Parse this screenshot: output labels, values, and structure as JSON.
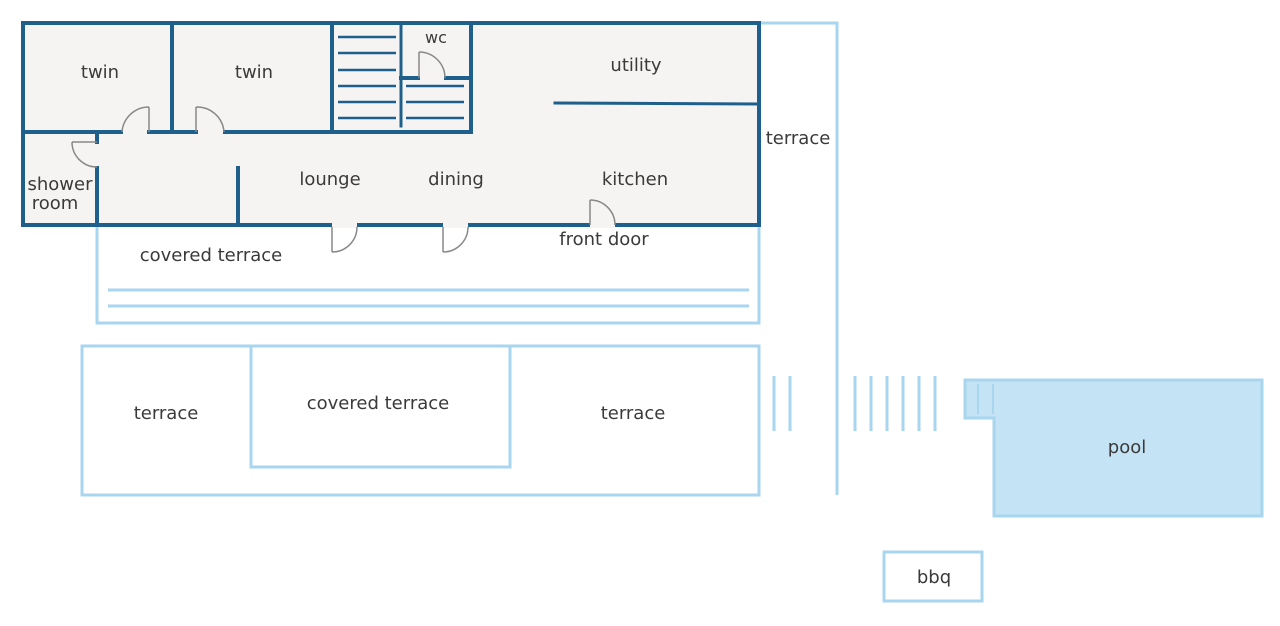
{
  "colors": {
    "wall": "#1f5f8b",
    "outline_light": "#a9d6ef",
    "floor": "#f5f4f2",
    "pool_fill": "#c4e3f5",
    "door": "#888888",
    "text": "#3a3a3a"
  },
  "rooms": {
    "twin_left": "twin",
    "twin_right": "twin",
    "wc": "wc",
    "utility": "utility",
    "shower_line1": "shower",
    "shower_line2": "room",
    "lounge": "lounge",
    "dining": "dining",
    "kitchen": "kitchen"
  },
  "outdoor": {
    "front_door": "front door",
    "covered_terrace_top": "covered terrace",
    "terrace_side": "terrace",
    "terrace_left": "terrace",
    "covered_terrace_mid": "covered terrace",
    "terrace_right": "terrace",
    "pool": "pool",
    "bbq": "bbq"
  }
}
